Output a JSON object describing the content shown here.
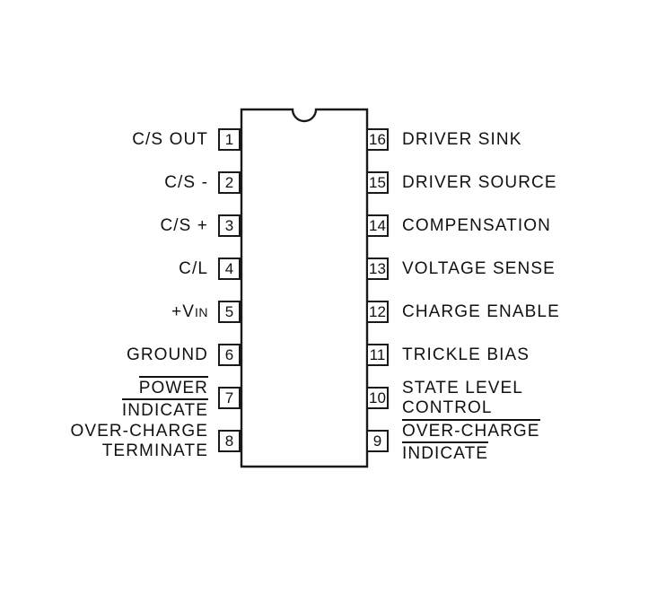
{
  "diagram": {
    "title": "16-pin DIP pinout",
    "package": {
      "type": "dual-in-line",
      "pin_count": 16,
      "notch": "top-center-semicircle",
      "body_color": "#ffffff",
      "line_color": "#1a1a1a"
    },
    "left_pins": [
      {
        "number": "1",
        "lines": [
          {
            "text": "C/S OUT",
            "overline": false
          }
        ]
      },
      {
        "number": "2",
        "lines": [
          {
            "text": "C/S -",
            "overline": false
          }
        ]
      },
      {
        "number": "3",
        "lines": [
          {
            "text": "C/S +",
            "overline": false
          }
        ]
      },
      {
        "number": "4",
        "lines": [
          {
            "text": "C/L",
            "overline": false
          }
        ]
      },
      {
        "number": "5",
        "lines": [
          {
            "text": "+V",
            "suffix": "IN",
            "overline": false
          }
        ]
      },
      {
        "number": "6",
        "lines": [
          {
            "text": "GROUND",
            "overline": false
          }
        ]
      },
      {
        "number": "7",
        "lines": [
          {
            "text": "POWER",
            "overline": true
          },
          {
            "text": "INDICATE",
            "overline": true
          }
        ]
      },
      {
        "number": "8",
        "lines": [
          {
            "text": "OVER-CHARGE",
            "overline": false
          },
          {
            "text": "TERMINATE",
            "overline": false
          }
        ]
      }
    ],
    "right_pins": [
      {
        "number": "16",
        "lines": [
          {
            "text": "DRIVER SINK",
            "overline": false
          }
        ]
      },
      {
        "number": "15",
        "lines": [
          {
            "text": "DRIVER SOURCE",
            "overline": false
          }
        ]
      },
      {
        "number": "14",
        "lines": [
          {
            "text": "COMPENSATION",
            "overline": false
          }
        ]
      },
      {
        "number": "13",
        "lines": [
          {
            "text": "VOLTAGE SENSE",
            "overline": false
          }
        ]
      },
      {
        "number": "12",
        "lines": [
          {
            "text": "CHARGE ENABLE",
            "overline": false
          }
        ]
      },
      {
        "number": "11",
        "lines": [
          {
            "text": "TRICKLE BIAS",
            "overline": false
          }
        ]
      },
      {
        "number": "10",
        "lines": [
          {
            "text": "STATE LEVEL",
            "overline": false
          },
          {
            "text": "CONTROL",
            "overline": false
          }
        ]
      },
      {
        "number": "9",
        "lines": [
          {
            "text": "OVER-CHARGE",
            "overline": true
          },
          {
            "text": "INDICATE",
            "overline": true
          }
        ]
      }
    ]
  }
}
